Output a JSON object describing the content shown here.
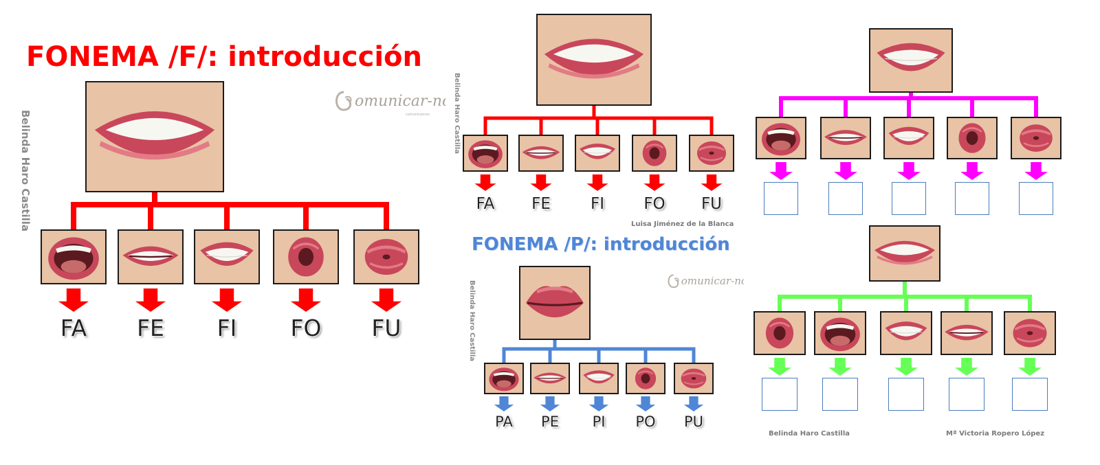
{
  "panel_f_large": {
    "title": "FONEMA /F/: introducción",
    "side_credit": "Belinda Haro Castilla",
    "logo_text": "Comunicar-nos",
    "syllables": [
      "FA",
      "FE",
      "FI",
      "FO",
      "FU"
    ],
    "color": "#ff0000"
  },
  "panel_f_small": {
    "side_credit": "Belinda Haro Castilla",
    "syllables": [
      "FA",
      "FE",
      "FI",
      "FO",
      "FU"
    ],
    "credit": "Luisa Jiménez de la Blanca",
    "color": "#ff0000"
  },
  "panel_p": {
    "title": "FONEMA /P/: introducción",
    "side_credit": "Belinda Haro Castilla",
    "logo_text": "Comunicar-nos",
    "syllables": [
      "PA",
      "PE",
      "PI",
      "PO",
      "PU"
    ],
    "color": "#4f86d6"
  },
  "panel_magenta": {
    "color": "#ff00ff"
  },
  "panel_green": {
    "color": "#66ff55",
    "credit_left": "Belinda Haro Castilla",
    "credit_right": "Mª Victoria Ropero López"
  },
  "colors": {
    "title_red": "#ff0000",
    "title_blue": "#4f86d6",
    "box_border": "#4a7bbf"
  }
}
